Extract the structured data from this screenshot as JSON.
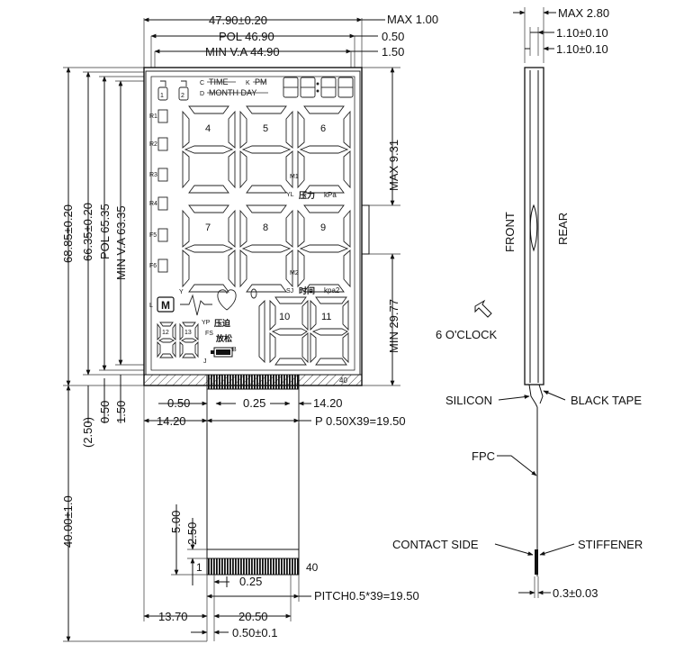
{
  "dimensions": {
    "width": "47.90±0.20",
    "max": "MAX 1.00",
    "pol": "POL 46.90",
    "pol_gap": "0.50",
    "view_area": "MIN V.A 44.90",
    "va_gap": "1.50",
    "height_total": "68.85±0.20",
    "height_glass": "66.35±0.20",
    "height_pol": "POL 65.35",
    "height_va": "MIN V.A 63.35",
    "fpc_length": "40.00±1.0",
    "gap_2_50": "(2.50)",
    "gap_0_50": "0.50",
    "gap_1_50": "1.50",
    "max_9_31": "MAX 9.31",
    "min_29_77": "MIN 29.77",
    "pin_0_50": "0.50",
    "pin_0_25": "0.25",
    "offset_14_20_r": "14.20",
    "offset_14_20_l": "14.20",
    "pitch_top": "P 0.50X39=19.50",
    "fpc_5_00": "5.00",
    "fpc_2_50": "2.50",
    "pin_0_25_b": "0.25",
    "pitch_bottom": "PITCH0.5*39=19.50",
    "fpc_13_70": "13.70",
    "fpc_20_50": "20.50",
    "fpc_pin_width": "0.50±0.1"
  },
  "pins": {
    "top_40": "40",
    "bottom_1": "1",
    "bottom_40": "40"
  },
  "side_view": {
    "max_2_80": "MAX 2.80",
    "t1": "1.10±0.10",
    "t2": "1.10±0.10",
    "front": "FRONT",
    "rear": "REAR",
    "silicon": "SILICON",
    "black_tape": "BLACK TAPE",
    "fpc": "FPC",
    "contact_side": "CONTACT SIDE",
    "stiffener": "STIFFENER",
    "thickness": "0.3±0.03"
  },
  "viewing": {
    "direction": "6 O'CLOCK"
  },
  "lcd": {
    "time_label": "TIME",
    "pm": "PM",
    "month_day": "MONTH DAY",
    "c_label": "C",
    "k_label": "K",
    "d_label": "D",
    "digits": [
      "4",
      "5",
      "6",
      "7",
      "8",
      "9",
      "10",
      "11"
    ],
    "small_digits": [
      "12",
      "13"
    ],
    "mini_digits": [
      "1",
      "2"
    ],
    "r_labels": [
      "R1",
      "R2",
      "R3",
      "R4",
      "F5",
      "F6"
    ],
    "m_label": "M",
    "cn_pressure": "压力",
    "cn_time": "时间",
    "cn_bp": "压迫",
    "cn_release": "放松",
    "unit_kpa": "kPa",
    "unit_kpa2": "kpa2",
    "labels": [
      "M1",
      "M2",
      "YL",
      "SJ",
      "YP",
      "FS",
      "L",
      "Y",
      "J",
      "B"
    ]
  }
}
